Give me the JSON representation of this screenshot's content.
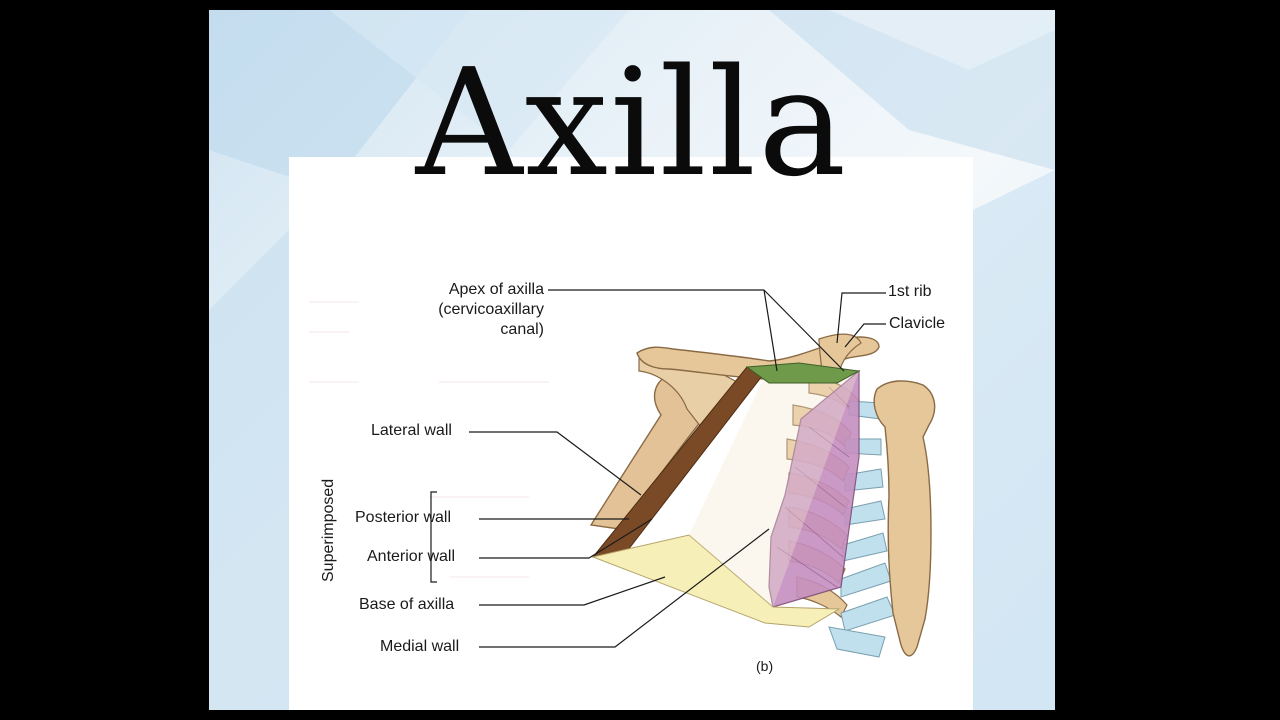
{
  "slide": {
    "title": "Axilla"
  },
  "diagram": {
    "labels": {
      "apex_line1": "Apex of axilla",
      "apex_line2": "(cervicoaxillary",
      "apex_line3": "canal)",
      "first_rib": "1st rib",
      "clavicle": "Clavicle",
      "lateral_wall": "Lateral wall",
      "posterior_wall": "Posterior wall",
      "anterior_wall": "Anterior wall",
      "base_of_axilla": "Base of axilla",
      "medial_wall": "Medial wall",
      "superimposed": "Superimposed",
      "panel_letter": "(b)"
    },
    "colors": {
      "bone": "#e6c79a",
      "bone_outline": "#8a6a45",
      "posterior_wall": "#7a4a26",
      "medial_wall": "#c58fc0",
      "base": "#f7efb8",
      "apex": "#6f9a4a",
      "cartilage": "#bfe0ec"
    }
  }
}
